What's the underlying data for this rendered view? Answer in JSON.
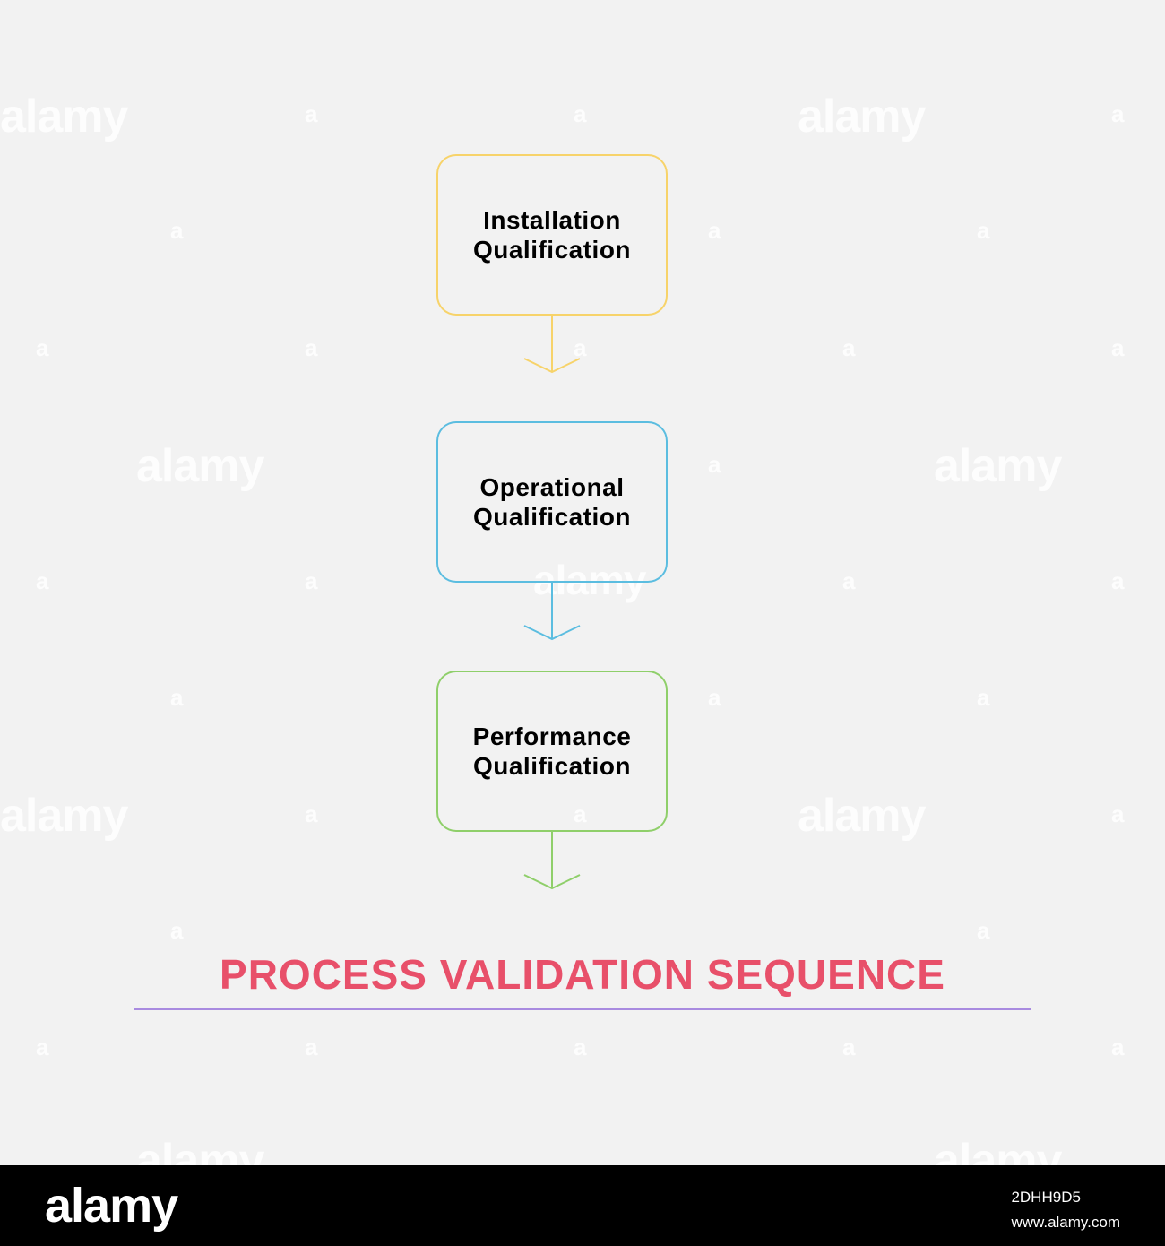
{
  "diagram": {
    "steps": [
      {
        "line1": "Installation",
        "line2": "Qualification",
        "color": "#f7d36a"
      },
      {
        "line1": "Operational",
        "line2": "Qualification",
        "color": "#5bbde0"
      },
      {
        "line1": "Performance",
        "line2": "Qualification",
        "color": "#8fcf6a"
      }
    ],
    "title": "PROCESS VALIDATION SEQUENCE",
    "title_color": "#e8506a",
    "rule_color": "#a98be0",
    "background": "#f2f2f2"
  },
  "watermark": {
    "text": "alamy",
    "small": "a"
  },
  "footer": {
    "logo": "alamy",
    "image_id": "2DHH9D5",
    "site": "www.alamy.com"
  }
}
